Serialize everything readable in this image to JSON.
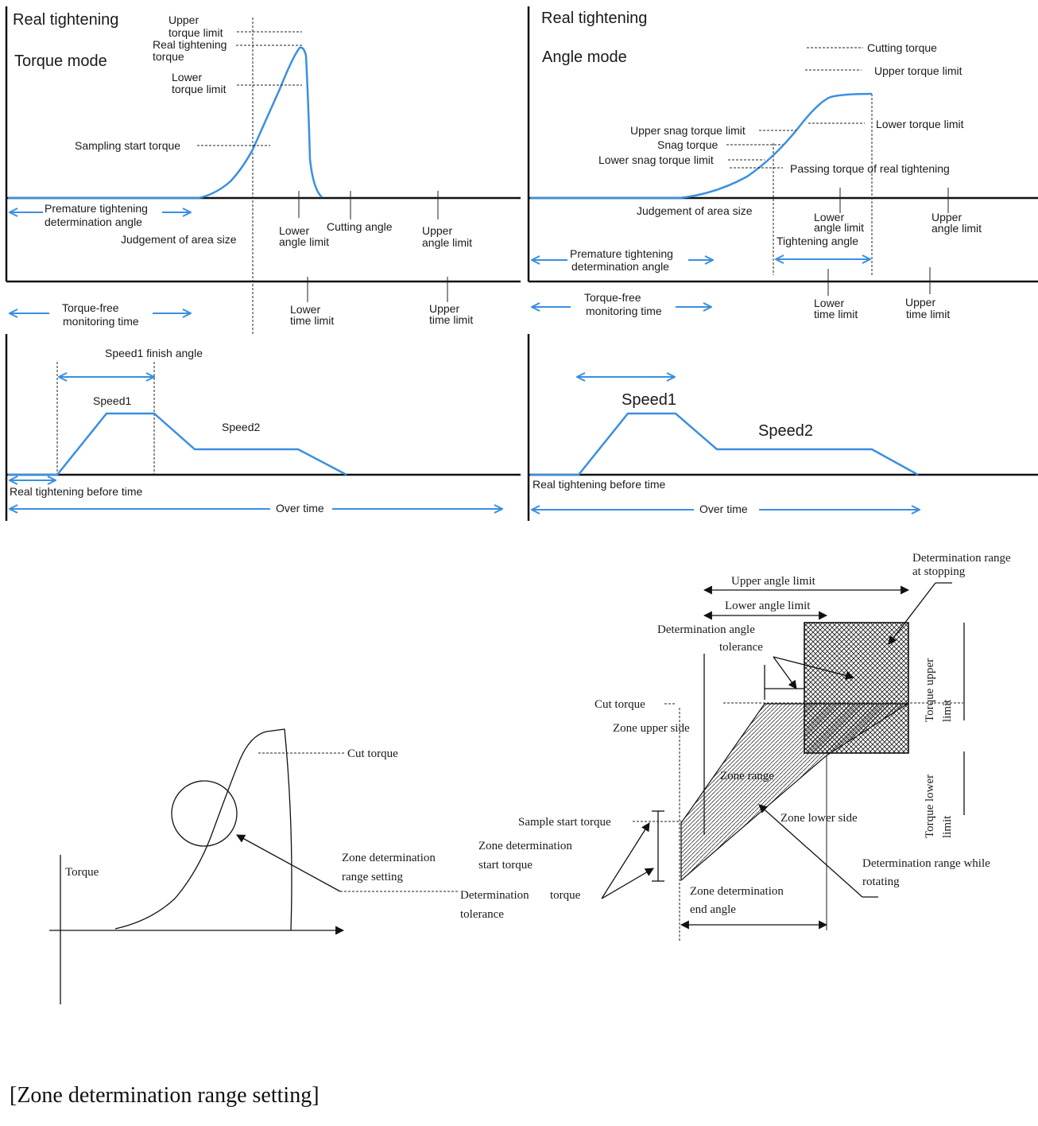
{
  "torque_mode": {
    "heading": "Real tightening",
    "mode": "Torque mode",
    "upper_torque_limit": [
      "Upper",
      "torque limit"
    ],
    "real_tightening_torque": [
      "Real tightening",
      "torque"
    ],
    "lower_torque_limit": [
      "Lower",
      "torque limit"
    ],
    "sampling_start_torque": "Sampling start torque",
    "premature_angle": [
      "Premature tightening",
      "determination angle"
    ],
    "judgement_area": "Judgement of area size",
    "lower_angle_limit": [
      "Lower",
      "angle limit"
    ],
    "cutting_angle": "Cutting angle",
    "upper_angle_limit": [
      "Upper",
      "angle limit"
    ],
    "torque_free_time": [
      "Torque-free",
      "monitoring time"
    ],
    "lower_time_limit": [
      "Lower",
      "time limit"
    ],
    "upper_time_limit": [
      "Upper",
      "time limit"
    ],
    "speed1_finish_angle": "Speed1 finish angle",
    "speed1": "Speed1",
    "speed2": "Speed2",
    "before_time": "Real tightening before time",
    "over_time": "Over time"
  },
  "angle_mode": {
    "heading": "Real tightening",
    "mode": "Angle mode",
    "cutting_torque": "Cutting torque",
    "upper_torque_limit": "Upper torque limit",
    "lower_torque_limit": "Lower torque limit",
    "upper_snag": "Upper snag torque limit",
    "snag": "Snag torque",
    "lower_snag": "Lower snag torque limit",
    "passing_torque": "Passing torque of real tightening",
    "judgement_area": "Judgement of area size",
    "lower_angle_limit": [
      "Lower",
      "angle limit"
    ],
    "upper_angle_limit": [
      "Upper",
      "angle limit"
    ],
    "tightening_angle": "Tightening angle",
    "premature_angle": [
      "Premature tightening",
      "determination angle"
    ],
    "torque_free_time": [
      "Torque-free",
      "monitoring time"
    ],
    "lower_time_limit": [
      "Lower",
      "time limit"
    ],
    "upper_time_limit": [
      "Upper",
      "time limit"
    ],
    "speed1": "Speed1",
    "speed2": "Speed2",
    "before_time": "Real tightening before time",
    "over_time": "Over time"
  },
  "zone": {
    "torque_axis": "Torque",
    "cut_torque_left": "Cut torque",
    "zone_setting": [
      "Zone determination",
      "range setting"
    ],
    "det_tolerance": [
      "Determination",
      "tolerance"
    ],
    "torque_word": "torque",
    "sample_start_torque": "Sample start torque",
    "zone_start_torque": [
      "Zone determination",
      "start torque"
    ],
    "cut_torque": "Cut torque",
    "zone_upper_side": "Zone upper side",
    "zone_range": "Zone range",
    "zone_lower_side": "Zone lower side",
    "zone_end_angle": [
      "Zone determination",
      "end angle"
    ],
    "upper_angle_limit": "Upper angle limit",
    "lower_angle_limit": "Lower angle limit",
    "det_angle_tolerance": [
      "Determination angle",
      "tolerance"
    ],
    "det_range_stopping": [
      "Determination range",
      "at stopping"
    ],
    "torque_upper_limit": [
      "Torque upper",
      "limit"
    ],
    "torque_lower_limit": [
      "Torque lower",
      "limit"
    ],
    "det_range_rotating": [
      "Determination range while",
      "rotating"
    ],
    "caption": "[Zone determination range setting]"
  }
}
